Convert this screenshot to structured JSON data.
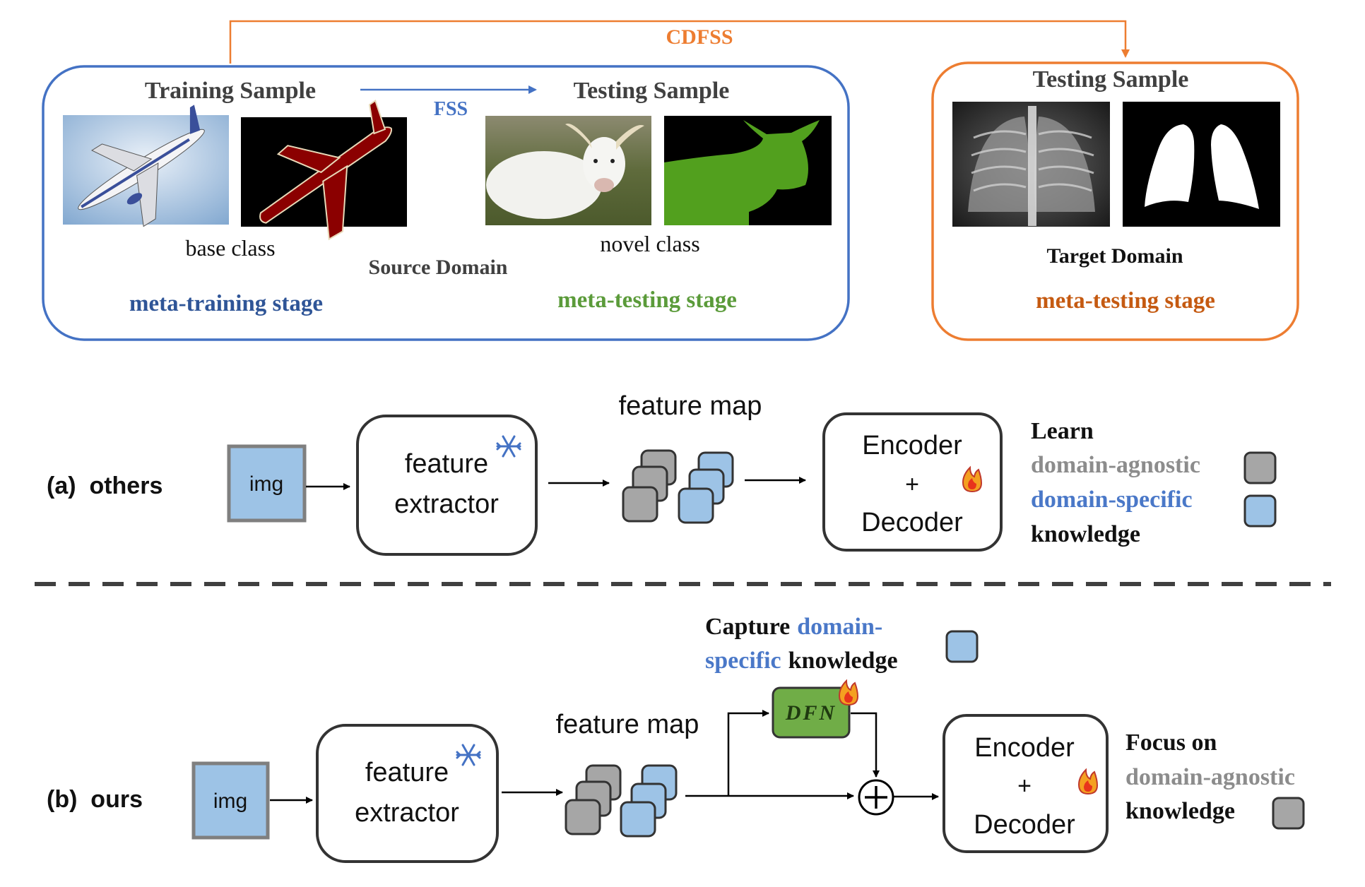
{
  "colors": {
    "blue_frame": "#4472C4",
    "orange": "#ED7D31",
    "green_text": "#5B9B3A",
    "gray_text": "#8C8C8C",
    "blue_text": "#4A78C8",
    "cube_gray": "#A6A6A6",
    "cube_blue": "#9DC3E6",
    "dfn_green": "#70AD47",
    "mask_red": "#8B0000",
    "mask_green": "#52A01E"
  },
  "top": {
    "cdfss_label": "CDFSS",
    "fss_label": "FSS",
    "source": {
      "training_sample": "Training Sample",
      "testing_sample": "Testing Sample",
      "base_class": "base class",
      "novel_class": "novel class",
      "domain": "Source Domain",
      "meta_training": "meta-training stage",
      "meta_testing": "meta-testing stage"
    },
    "target": {
      "testing_sample": "Testing Sample",
      "domain": "Target Domain",
      "meta_testing": "meta-testing stage"
    }
  },
  "row_a": {
    "label": "(a)  others",
    "img": "img",
    "extractor_line1": "feature",
    "extractor_line2": "extractor",
    "feature_map": "feature map",
    "encoder": "Encoder",
    "plus": "+",
    "decoder": "Decoder",
    "learn": "Learn",
    "domain_agnostic": "domain-agnostic",
    "domain_specific": "domain-specific",
    "knowledge": "knowledge",
    "snowflake_icon": "snowflake-icon",
    "fire_icon": "fire-icon"
  },
  "row_b": {
    "label": "(b)  ours",
    "img": "img",
    "extractor_line1": "feature",
    "extractor_line2": "extractor",
    "feature_map": "feature map",
    "dfn": "DFN",
    "capture": "Capture",
    "capture_domain": "domain-",
    "capture_specific": "specific",
    "capture_knowledge": "knowledge",
    "encoder": "Encoder",
    "plus": "+",
    "decoder": "Decoder",
    "focus_on": "Focus on",
    "domain_agnostic": "domain-agnostic",
    "knowledge": "knowledge",
    "sum_icon": "circled-plus-icon"
  }
}
